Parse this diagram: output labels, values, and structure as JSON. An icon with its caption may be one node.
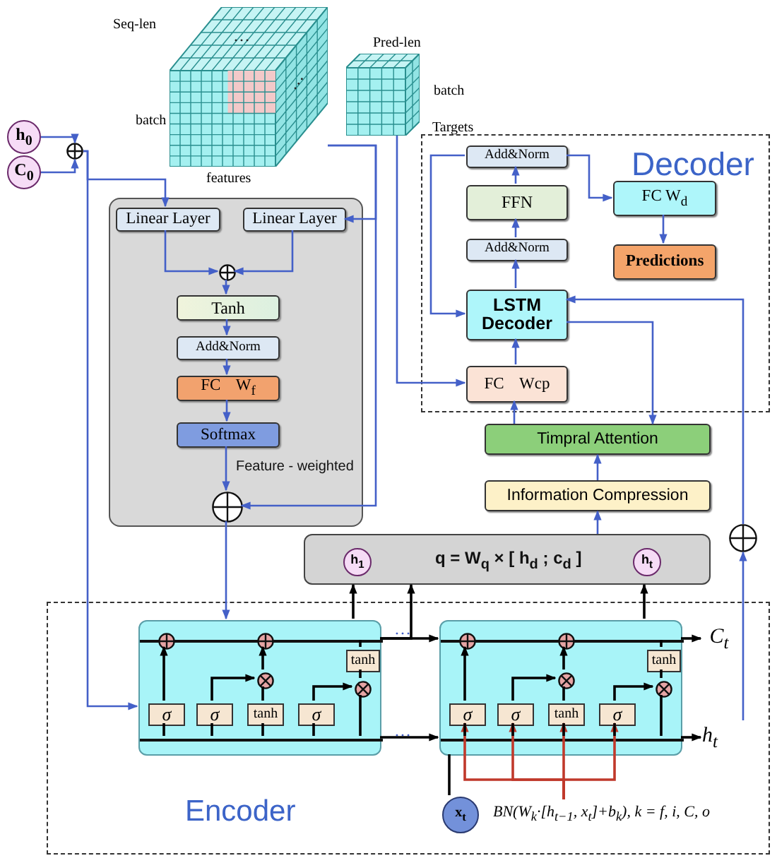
{
  "diagram": {
    "nodes": [
      {
        "text": [],
        "shape": "cube",
        "beside": [
          "Seq-len",
          "batch",
          "features"
        ]
      },
      {
        "text": [],
        "shape": "cube",
        "beside": [
          "Pred-len",
          "batch",
          "Targets"
        ]
      },
      {
        "text": [
          "h$_{0}$"
        ]
      },
      {
        "text": [
          "C$_{0}$"
        ]
      },
      {
        "text": [],
        "shape": "circle"
      },
      {
        "text": [
          "Feature - weighted"
        ]
      },
      {
        "text": [
          "Linear Layer"
        ],
        "in": 5
      },
      {
        "text": [
          "Linear Layer"
        ],
        "in": 5
      },
      {
        "text": [],
        "shape": "circle",
        "in": 5
      },
      {
        "text": [
          "Tanh"
        ],
        "in": 5
      },
      {
        "text": [
          "Add&Norm"
        ],
        "in": 5
      },
      {
        "text": [
          "FC W$_{f}$"
        ],
        "in": 5
      },
      {
        "text": [
          "Softmax"
        ],
        "in": 5
      },
      {
        "text": [],
        "shape": "circle",
        "in": 5
      },
      {
        "text": [
          "Decoder"
        ]
      },
      {
        "text": [
          "Add&Norm"
        ],
        "in": 14
      },
      {
        "text": [
          "FFN"
        ],
        "in": 14
      },
      {
        "text": [
          "FC W$_{d}$"
        ],
        "in": 14
      },
      {
        "text": [
          "Add&Norm"
        ],
        "in": 14
      },
      {
        "text": [
          "Predictions"
        ],
        "in": 14
      },
      {
        "text": [
          "LSTM Decoder"
        ],
        "in": 14
      },
      {
        "text": [
          "FC Wcp"
        ],
        "in": 14
      },
      {
        "text": [
          "Timpral Attention"
        ]
      },
      {
        "text": [
          "Information Compression"
        ]
      },
      {
        "text": [],
        "shape": "circle"
      },
      {
        "text": [
          "q = W$_{q}$ × [ h$_{d}$ ; c$_{d}$ ]"
        ]
      },
      {
        "text": [
          "h$_{1}$"
        ],
        "in": 25
      },
      {
        "text": [
          "h$_{t}$"
        ],
        "in": 25
      },
      {
        "text": [
          "Encoder"
        ]
      },
      {
        "text": [],
        "shape": "box",
        "in": 28
      },
      {
        "text": [
          "tanh"
        ],
        "in": 29
      },
      {
        "text": [
          "σ"
        ],
        "in": 29
      },
      {
        "text": [
          "σ"
        ],
        "in": 29
      },
      {
        "text": [
          "tanh"
        ],
        "in": 29
      },
      {
        "text": [
          "σ"
        ],
        "in": 29
      },
      {
        "text": [],
        "shape": "box",
        "in": 28
      },
      {
        "text": [
          "tanh"
        ],
        "in": 35
      },
      {
        "text": [
          "σ"
        ],
        "in": 35
      },
      {
        "text": [
          "σ"
        ],
        "in": 35
      },
      {
        "text": [
          "tanh"
        ],
        "in": 35
      },
      {
        "text": [
          "σ"
        ],
        "in": 35
      },
      {
        "text": [
          "C$_{t}$"
        ],
        "in": 28
      },
      {
        "text": [
          "h$_{t}$"
        ],
        "in": 28
      },
      {
        "text": [
          "x$_{t}$"
        ],
        "in": 28
      },
      {
        "text": [
          "BN(W$_{k}$·[h$_{t−1}$, x$_{t}$]+b$_{k}$), k = f, i, C, o"
        ],
        "in": 28
      },
      {
        "text": [],
        "shape": "bar",
        "in": 29
      },
      {
        "text": [],
        "shape": "bar",
        "in": 29
      },
      {
        "text": [],
        "shape": "circle",
        "in": 29
      },
      {
        "text": [],
        "shape": "circle",
        "in": 29
      },
      {
        "text": [],
        "shape": "circle",
        "in": 29
      },
      {
        "text": [],
        "shape": "circle",
        "in": 29
      },
      {
        "text": [],
        "shape": "bar",
        "in": 35
      },
      {
        "text": [],
        "shape": "bar",
        "in": 35
      },
      {
        "text": [],
        "shape": "circle",
        "in": 35
      },
      {
        "text": [],
        "shape": "circle",
        "in": 35
      },
      {
        "text": [],
        "shape": "circle",
        "in": 35
      },
      {
        "text": [],
        "shape": "circle",
        "in": 35
      }
    ],
    "edges": [
      {
        "from": 2,
        "to": 4,
        "arrow": "to",
        "color": "#4460c8"
      },
      {
        "from": 3,
        "to": 4,
        "arrow": "to",
        "color": "#4460c8"
      },
      {
        "from": 4,
        "to": 6,
        "arrow": "to",
        "color": "#4460c8"
      },
      {
        "from": 4,
        "to": 29,
        "arrow": "to",
        "color": "#4460c8"
      },
      {
        "from": 0,
        "to": 7,
        "arrow": "to",
        "color": "#4460c8"
      },
      {
        "from": 0,
        "to": 13,
        "arrow": "to",
        "color": "#4460c8"
      },
      {
        "from": 1,
        "to": 21,
        "arrow": "to",
        "color": "#4460c8"
      },
      {
        "from": 6,
        "to": 8,
        "arrow": "to",
        "color": "#4460c8"
      },
      {
        "from": 7,
        "to": 8,
        "arrow": "to",
        "color": "#4460c8"
      },
      {
        "from": 8,
        "to": 9,
        "arrow": "to",
        "color": "#4460c8"
      },
      {
        "from": 9,
        "to": 10,
        "arrow": "to",
        "color": "#4460c8"
      },
      {
        "from": 10,
        "to": 11,
        "arrow": "to",
        "color": "#4460c8"
      },
      {
        "from": 11,
        "to": 12,
        "arrow": "to",
        "color": "#4460c8"
      },
      {
        "from": 12,
        "to": 13,
        "arrow": "to",
        "color": "#4460c8"
      },
      {
        "from": 13,
        "to": 29,
        "arrow": "to",
        "color": "#4460c8"
      },
      {
        "from": 21,
        "to": 20,
        "arrow": "to",
        "color": "#4460c8"
      },
      {
        "from": 20,
        "to": 18,
        "arrow": "to",
        "color": "#4460c8"
      },
      {
        "from": 18,
        "to": 16,
        "arrow": "to",
        "color": "#4460c8"
      },
      {
        "from": 16,
        "to": 15,
        "arrow": "to",
        "color": "#4460c8"
      },
      {
        "from": 15,
        "to": 17,
        "arrow": "to",
        "color": "#4460c8"
      },
      {
        "from": 17,
        "to": 19,
        "arrow": "to",
        "color": "#4460c8"
      },
      {
        "from": 15,
        "to": 20,
        "arrow": "to",
        "color": "#4460c8"
      },
      {
        "from": 20,
        "to": 22,
        "arrow": "to",
        "color": "#4460c8"
      },
      {
        "from": 22,
        "to": 21,
        "arrow": "to",
        "color": "#4460c8"
      },
      {
        "from": 23,
        "to": 22,
        "arrow": "to",
        "color": "#4460c8"
      },
      {
        "from": 25,
        "to": 23,
        "arrow": "to",
        "color": "#4460c8"
      },
      {
        "from": 29,
        "to": 25,
        "arrow": "to"
      },
      {
        "from": 29,
        "to": 25,
        "arrow": "to"
      },
      {
        "from": 35,
        "to": 25,
        "arrow": "to"
      },
      {
        "from": 29,
        "to": 35,
        "arrow": "to"
      },
      {
        "from": 29,
        "to": 35,
        "arrow": "to"
      },
      {
        "from": 35,
        "to": 41,
        "arrow": "to"
      },
      {
        "from": 35,
        "to": 42,
        "arrow": "to"
      },
      {
        "from": 43,
        "to": 35,
        "arrow": "none"
      },
      {
        "from": 44,
        "to": 37,
        "arrow": "to",
        "color": "#c0392b"
      },
      {
        "from": 44,
        "to": 38,
        "arrow": "to",
        "color": "#c0392b"
      },
      {
        "from": 44,
        "to": 39,
        "arrow": "to",
        "color": "#c0392b"
      },
      {
        "from": 44,
        "to": 40,
        "arrow": "to",
        "color": "#c0392b"
      },
      {
        "from": 42,
        "to": 24,
        "arrow": "to",
        "color": "#4460c8"
      },
      {
        "from": 24,
        "to": 20,
        "arrow": "to",
        "color": "#4460c8"
      },
      {
        "from": 46,
        "to": 31,
        "arrow": "none"
      },
      {
        "from": 46,
        "to": 32,
        "arrow": "none"
      },
      {
        "from": 46,
        "to": 33,
        "arrow": "none"
      },
      {
        "from": 46,
        "to": 34,
        "arrow": "none"
      },
      {
        "from": 31,
        "to": 47,
        "arrow": "to"
      },
      {
        "from": 32,
        "to": 49,
        "arrow": "to"
      },
      {
        "from": 33,
        "to": 49,
        "arrow": "none"
      },
      {
        "from": 49,
        "to": 48,
        "arrow": "to"
      },
      {
        "from": 34,
        "to": 50,
        "arrow": "to"
      },
      {
        "from": 45,
        "to": 30,
        "arrow": "none"
      },
      {
        "from": 30,
        "to": 50,
        "arrow": "none"
      },
      {
        "from": 50,
        "to": 46,
        "arrow": "none"
      },
      {
        "from": 52,
        "to": 37,
        "arrow": "none"
      },
      {
        "from": 52,
        "to": 38,
        "arrow": "none"
      },
      {
        "from": 52,
        "to": 39,
        "arrow": "none"
      },
      {
        "from": 52,
        "to": 40,
        "arrow": "none"
      },
      {
        "from": 37,
        "to": 53,
        "arrow": "to"
      },
      {
        "from": 38,
        "to": 55,
        "arrow": "to"
      },
      {
        "from": 39,
        "to": 55,
        "arrow": "none"
      },
      {
        "from": 55,
        "to": 54,
        "arrow": "to"
      },
      {
        "from": 40,
        "to": 56,
        "arrow": "to"
      },
      {
        "from": 51,
        "to": 36,
        "arrow": "none"
      },
      {
        "from": 36,
        "to": 56,
        "arrow": "none"
      },
      {
        "from": 56,
        "to": 52,
        "arrow": "none"
      }
    ],
    "labels": [
      "…",
      "…",
      "…",
      "…"
    ]
  }
}
